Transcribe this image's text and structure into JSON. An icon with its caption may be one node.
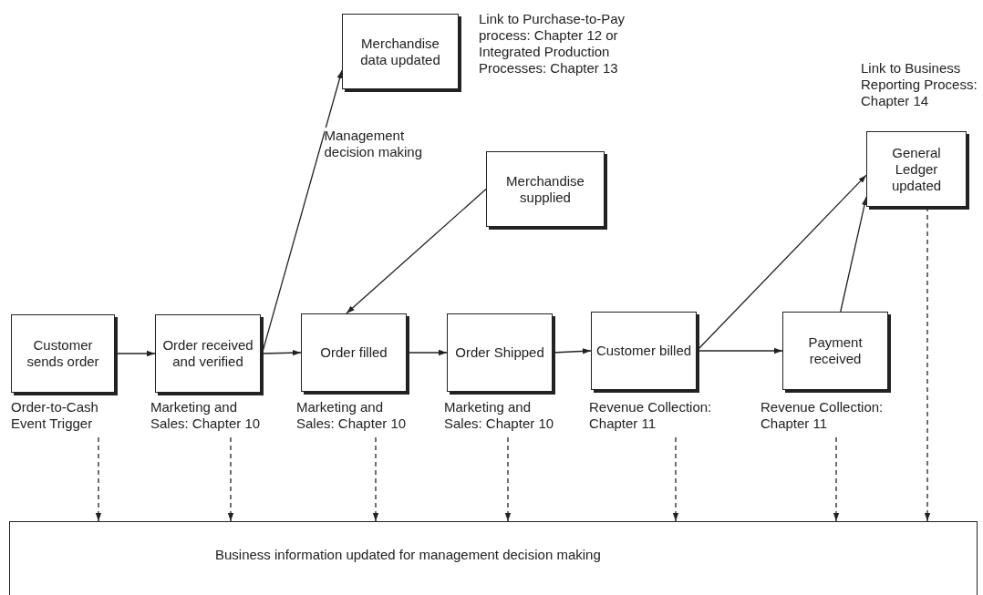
{
  "diagram": {
    "nodes": [
      {
        "text": [
          "Customer sends order"
        ],
        "beside": [
          "Order-to-Cash Event Trigger"
        ]
      },
      {
        "text": [
          "Order received and verified"
        ],
        "beside": [
          "Marketing and Sales: Chapter 10"
        ]
      },
      {
        "text": [
          "Order filled"
        ],
        "beside": [
          "Marketing and Sales: Chapter 10"
        ]
      },
      {
        "text": [
          "Order Shipped"
        ],
        "beside": [
          "Marketing and Sales: Chapter 10"
        ]
      },
      {
        "text": [
          "Customer billed"
        ],
        "beside": [
          "Revenue Collection: Chapter 11"
        ]
      },
      {
        "text": [
          "Payment received"
        ],
        "beside": [
          "Revenue Collection: Chapter 11"
        ]
      },
      {
        "text": [
          "Merchandise data updated"
        ],
        "beside": [
          "Link to Purchase-to-Pay process: Chapter 12 or Integrated Production Processes: Chapter 13"
        ]
      },
      {
        "text": [
          "Merchandise supplied"
        ]
      },
      {
        "text": [
          "General Ledger updated"
        ],
        "beside": [
          "Link to Business Reporting Process: Chapter 14"
        ]
      },
      {
        "text": [
          "Business information updated for management decision making"
        ]
      }
    ],
    "edges": [
      {
        "from": 0,
        "to": 1,
        "arrow": "to"
      },
      {
        "from": 1,
        "to": 2,
        "arrow": "to"
      },
      {
        "from": 1,
        "to": 6,
        "arrow": "to",
        "label": "Management decision making"
      },
      {
        "from": 7,
        "to": 2,
        "arrow": "to"
      },
      {
        "from": 2,
        "to": 3,
        "arrow": "to"
      },
      {
        "from": 3,
        "to": 4,
        "arrow": "to"
      },
      {
        "from": 4,
        "to": 5,
        "arrow": "to"
      },
      {
        "from": 4,
        "to": 8,
        "arrow": "to"
      },
      {
        "from": 5,
        "to": 8,
        "arrow": "to"
      },
      {
        "from": 0,
        "to": 9,
        "arrow": "to",
        "style": "dashed"
      },
      {
        "from": 1,
        "to": 9,
        "arrow": "to",
        "style": "dashed"
      },
      {
        "from": 2,
        "to": 9,
        "arrow": "to",
        "style": "dashed"
      },
      {
        "from": 3,
        "to": 9,
        "arrow": "to",
        "style": "dashed"
      },
      {
        "from": 4,
        "to": 9,
        "arrow": "to",
        "style": "dashed"
      },
      {
        "from": 5,
        "to": 9,
        "arrow": "to",
        "style": "dashed"
      },
      {
        "from": 8,
        "to": 9,
        "arrow": "to",
        "style": "dashed"
      }
    ]
  }
}
